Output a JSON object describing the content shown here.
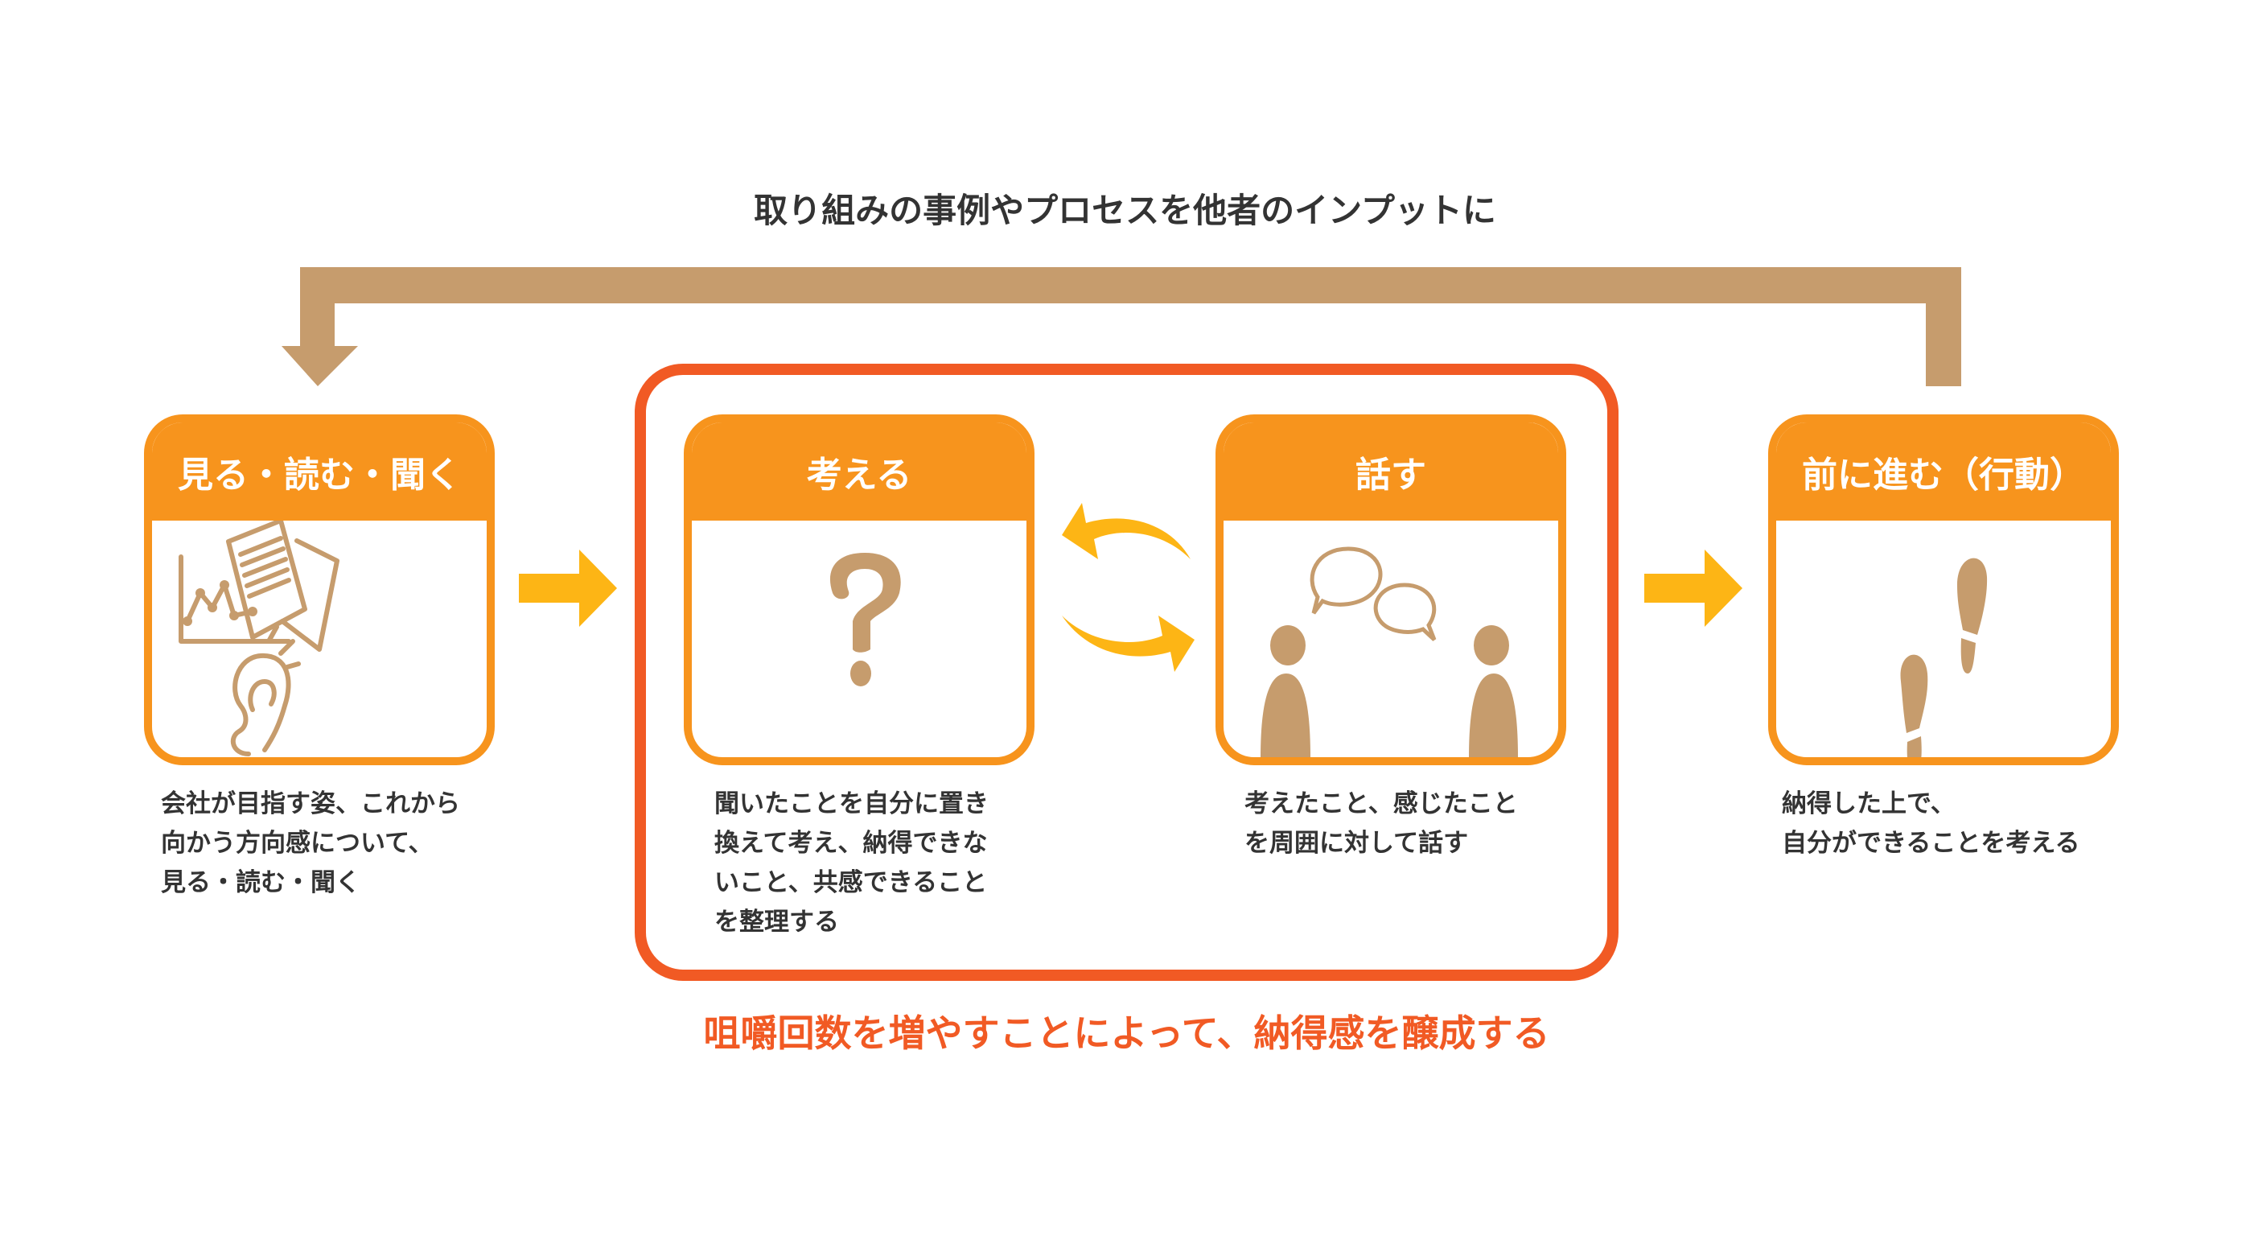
{
  "feedback_label": "取り組みの事例やプロセスを他者のインプットに",
  "steps": [
    {
      "title": "見る・読む・聞く",
      "desc": [
        "会社が目指す姿、これから",
        "向かう方向感について、",
        "見る・読む・聞く"
      ]
    },
    {
      "title": "考える",
      "desc": [
        "聞いたことを自分に置き",
        "換えて考え、納得できな",
        "いこと、共感できること",
        "を整理する"
      ]
    },
    {
      "title": "話す",
      "desc": [
        "考えたこと、感じたこと",
        "を周囲に対して話す"
      ]
    },
    {
      "title": "前に進む（行動）",
      "desc": [
        "納得した上で、",
        "自分ができることを考える"
      ]
    }
  ],
  "cycle_caption": "咀嚼回数を増やすことによって、納得感を醸成する",
  "colors": {
    "orange": "#F7941D",
    "brown": "#C69C6D",
    "yellow": "#FDB515",
    "red": "#F15A24",
    "text": "#333333"
  }
}
